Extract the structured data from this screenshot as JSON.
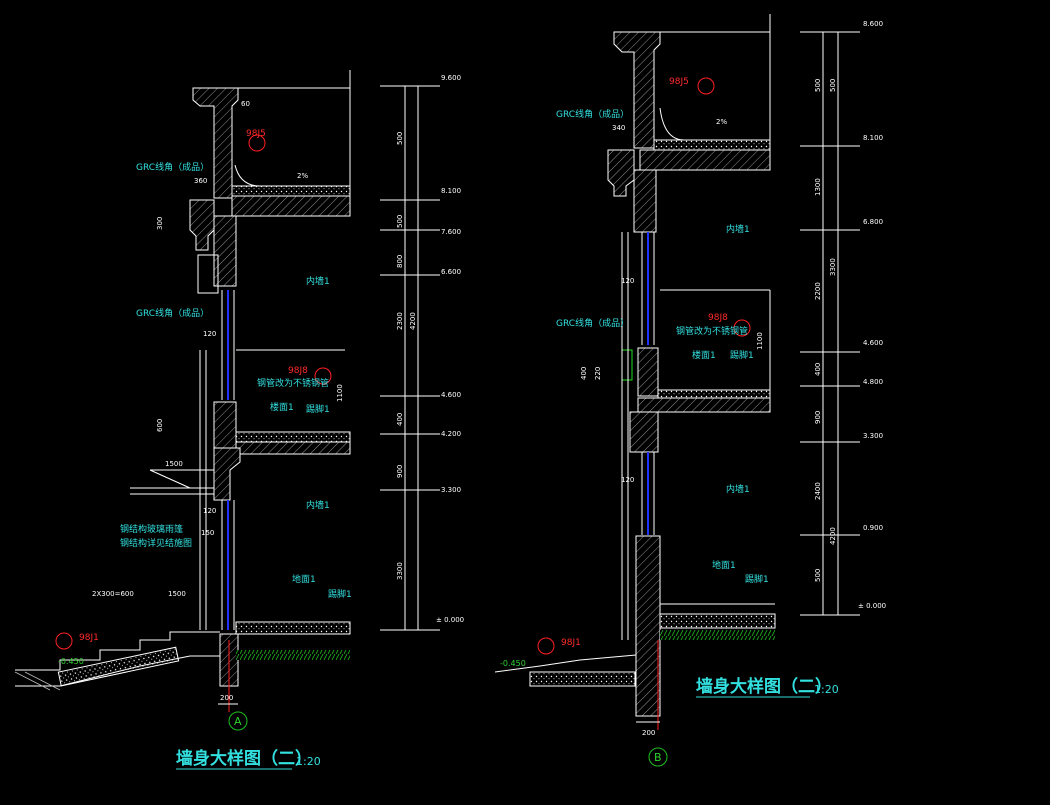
{
  "colors": {
    "background": "#000000",
    "line": "#ffffff",
    "text_cyan": "#33e0e0",
    "text_red": "#ff2a2a",
    "green": "#2ed02e",
    "blue": "#2233ff"
  },
  "left": {
    "title": "墙身大样图（二）",
    "scale": "1:20",
    "axis": "A",
    "elevations": [
      "9.600",
      "8.100",
      "7.600",
      "6.600",
      "4.600",
      "4.200",
      "3.300",
      "± 0.000"
    ],
    "dims_vertical": [
      "500",
      "500",
      "800",
      "2300",
      "400",
      "900",
      "3300",
      "4200"
    ],
    "labels": {
      "grc1": "GRC线角（成品）",
      "grc2": "GRC线角（成品）",
      "ref1": "98J5",
      "ref2": "98J8",
      "ref3": "98J1",
      "steel": "钢管改为不锈钢管",
      "canopy1": "钢结构玻璃雨篷",
      "canopy2": "钢结构详见结施图",
      "room1": "内墙1",
      "room2": "内墙1",
      "floor1": "楼面1",
      "skirt1": "踢脚1",
      "ground": "地面1",
      "skirt2": "踢脚1",
      "slope": "2%",
      "step_dim": "2X300=600",
      "d1500a": "1500",
      "d1500b": "1500",
      "d200": "200",
      "d120a": "120",
      "d120b": "120",
      "d150": "150",
      "d360": "360",
      "d300": "300",
      "d600": "600",
      "d60": "60",
      "d1100": "1100",
      "neg": "-0.450"
    }
  },
  "right": {
    "title": "墙身大样图（二）",
    "scale": "1:20",
    "axis": "B",
    "elevations": [
      "8.600",
      "8.100",
      "6.800",
      "4.600",
      "4.800",
      "3.300",
      "0.900",
      "± 0.000"
    ],
    "dims_vertical": [
      "500",
      "500",
      "1300",
      "2200",
      "3300",
      "400",
      "900",
      "2400",
      "4200",
      "500"
    ],
    "labels": {
      "grc1": "GRC线角（成品）",
      "grc2": "GRC线角（成品）",
      "ref1": "98J5",
      "ref2": "98J8",
      "ref3": "98J1",
      "steel": "钢管改为不锈钢管",
      "room1": "内墙1",
      "room2": "内墙1",
      "floor1": "楼面1",
      "skirt1": "踢脚1",
      "ground": "地面1",
      "skirt2": "踢脚1",
      "slope": "2%",
      "d200": "200",
      "d120a": "120",
      "d120b": "120",
      "d340": "340",
      "d400": "400",
      "d220": "220",
      "d1100": "1100",
      "neg": "-0.450"
    }
  }
}
